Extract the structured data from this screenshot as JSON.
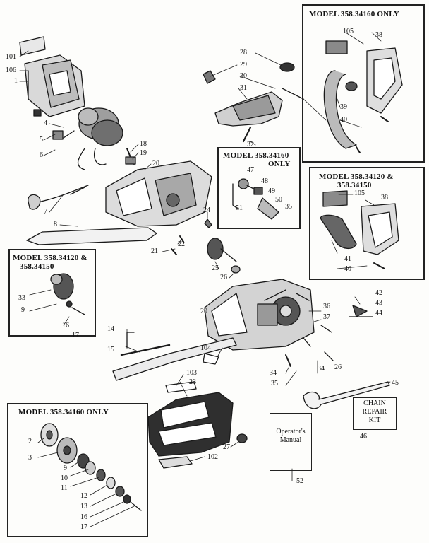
{
  "boxes": {
    "top_right": {
      "title": "MODEL 358.34160 ONLY"
    },
    "mid_center": {
      "title_line1": "MODEL 358.34160",
      "title_line2": "ONLY"
    },
    "mid_right": {
      "title_line1": "MODEL 358.34120 &",
      "title_line2": "358.34150"
    },
    "left_mid": {
      "title_line1": "MODEL 358.34120 &",
      "title_line2": "358.34150"
    },
    "bottom_left": {
      "title": "MODEL 358.34160 ONLY"
    }
  },
  "manual": {
    "line1": "Operator's",
    "line2": "Manual"
  },
  "repair_kit": {
    "line1": "CHAIN",
    "line2": "REPAIR",
    "line3": "KIT"
  },
  "labels": {
    "p101": "101",
    "p106": "106",
    "p1": "1",
    "p4": "4",
    "p5": "5",
    "p6": "6",
    "p7": "7",
    "p8": "8",
    "p18": "18",
    "p19": "19",
    "p20a": "20",
    "p20b": "20",
    "p21": "21",
    "p22": "22",
    "p24": "24",
    "p25": "25",
    "p26a": "26",
    "p26b": "26",
    "p28": "28",
    "p29": "29",
    "p30": "30",
    "p31": "31",
    "p32": "32",
    "p47": "47",
    "p48": "48",
    "p49": "49",
    "p50": "50",
    "p51": "51",
    "p35a": "35",
    "p105a": "105",
    "p38a": "38",
    "p39": "39",
    "p40a": "40",
    "p105b": "105",
    "p38b": "38",
    "p41": "41",
    "p40b": "40",
    "p33": "33",
    "p9a": "9",
    "p16a": "16",
    "p17a": "17",
    "p36": "36",
    "p37": "37",
    "p42": "42",
    "p43": "43",
    "p44": "44",
    "p14": "14",
    "p15": "15",
    "p104": "104",
    "p34a": "34",
    "p34b": "34",
    "p35b": "35",
    "p103": "103",
    "p23": "23",
    "p45": "45",
    "p46": "46",
    "p27": "27",
    "p102": "102",
    "p52": "52",
    "p2": "2",
    "p3": "3",
    "p9b": "9",
    "p10": "10",
    "p11": "11",
    "p12": "12",
    "p13": "13",
    "p16b": "16",
    "p17b": "17"
  }
}
